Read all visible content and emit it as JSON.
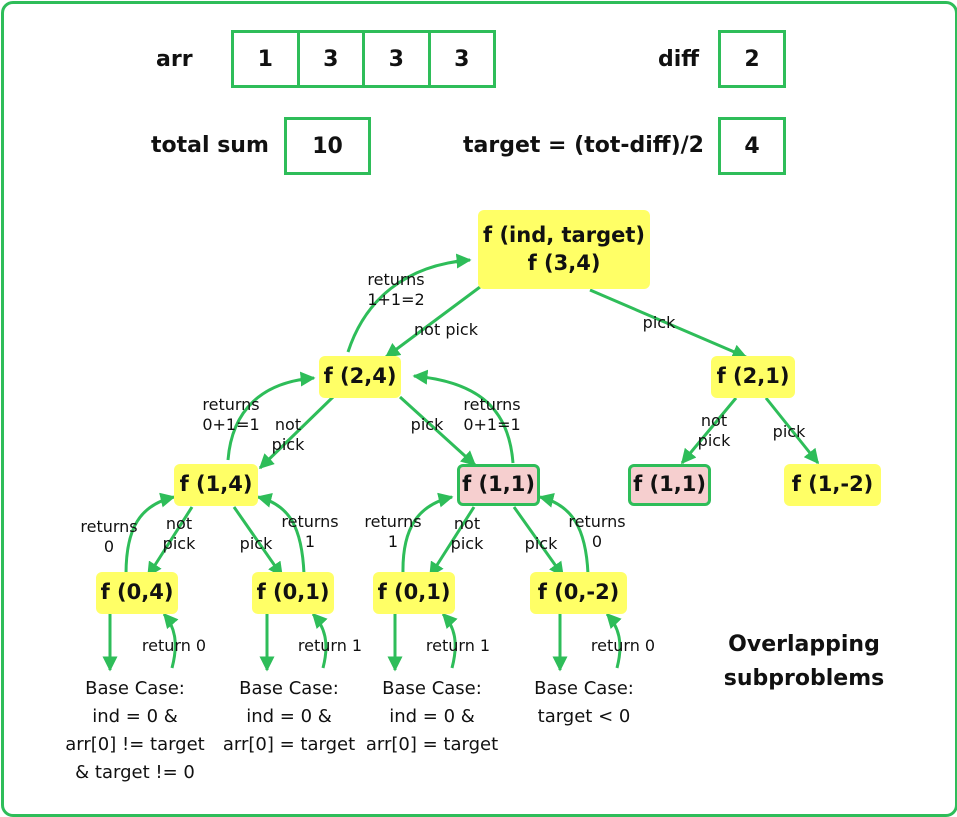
{
  "header": {
    "arr_label": "arr",
    "arr_values": [
      "1",
      "3",
      "3",
      "3"
    ],
    "diff_label": "diff",
    "diff_value": "2",
    "total_label": "total sum",
    "total_value": "10",
    "target_label": "target = (tot-diff)/2",
    "target_value": "4"
  },
  "nodes": {
    "root_line1": "f (ind, target)",
    "root_line2": "f (3,4)",
    "n24": "f (2,4)",
    "n21": "f (2,1)",
    "n14": "f (1,4)",
    "n11a": "f (1,1)",
    "n11b": "f (1,1)",
    "n1m2": "f (1,-2)",
    "n04": "f (0,4)",
    "n01a": "f (0,1)",
    "n01b": "f (0,1)",
    "n0m2": "f (0,-2)"
  },
  "edge_labels": {
    "root_notpick": "not pick",
    "root_pick": "pick",
    "root_returns": "returns\n1+1=2",
    "n24_returns_left": "returns\n0+1=1",
    "n24_notpick": "not\npick",
    "n24_pick": "pick",
    "n24_returns_right": "returns\n0+1=1",
    "n21_notpick": "not\npick",
    "n21_pick": "pick",
    "n14_returns_left": "returns\n0",
    "n14_notpick": "not\npick",
    "n14_pick": "pick",
    "n14_returns_right": "returns\n1",
    "n11_returns_left": "returns\n1",
    "n11_notpick": "not\npick",
    "n11_pick": "pick",
    "n11_returns_right": "returns\n0",
    "ret_04": "return 0",
    "ret_01a": "return 1",
    "ret_01b": "return 1",
    "ret_0m2": "return 0"
  },
  "base_cases": {
    "b04": "Base Case:\nind = 0 &\narr[0] != target\n& target != 0",
    "b01a": "Base Case:\nind = 0 &\narr[0] = target",
    "b01b": "Base Case:\nind = 0 &\narr[0] = target",
    "b0m2": "Base Case:\ntarget < 0"
  },
  "note": "Overlapping\nsubproblems",
  "colors": {
    "green": "#2ebd59",
    "node_yellow": "#ffff66",
    "node_pink": "#f6cfcf"
  }
}
